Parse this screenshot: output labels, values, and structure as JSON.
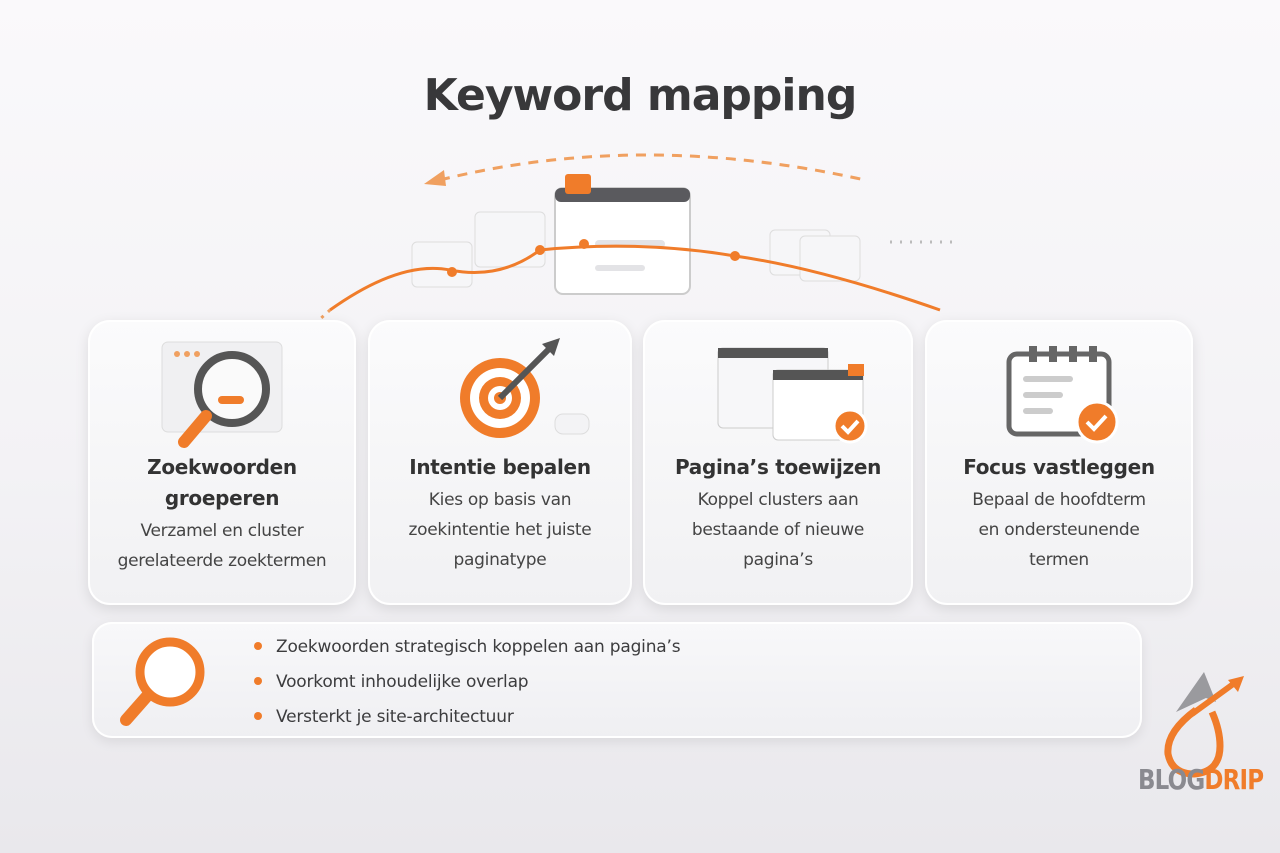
{
  "title": "Keyword mapping",
  "accent": "#f07c2a",
  "cards": [
    {
      "title_line1": "Zoekwoorden",
      "title_line2": "groeperen",
      "description": [
        "Verzamel en cluster",
        "gerelateerde zoektermen"
      ],
      "icon": "magnifier-icon"
    },
    {
      "title_line1": "Intentie bepalen",
      "title_line2": "",
      "description": [
        "Kies op basis van",
        "zoekintentie het juiste",
        "paginatype"
      ],
      "icon": "target-icon"
    },
    {
      "title_line1": "Pagina’s toewijzen",
      "title_line2": "",
      "description": [
        "Koppel clusters aan",
        "bestaande of nieuwe",
        "pagina’s"
      ],
      "icon": "pages-check-icon"
    },
    {
      "title_line1": "Focus vastleggen",
      "title_line2": "",
      "description": [
        "Bepaal de hoofdterm",
        "en ondersteunende",
        "termen"
      ],
      "icon": "calendar-check-icon"
    }
  ],
  "summary": {
    "icon": "magnifier-icon",
    "bullets": [
      "Zoekwoorden strategisch koppelen aan pagina’s",
      "Voorkomt inhoudelijke overlap",
      "Versterkt je site-architectuur"
    ]
  },
  "logo": {
    "part1": "BLOG",
    "part2": "DRIP"
  }
}
